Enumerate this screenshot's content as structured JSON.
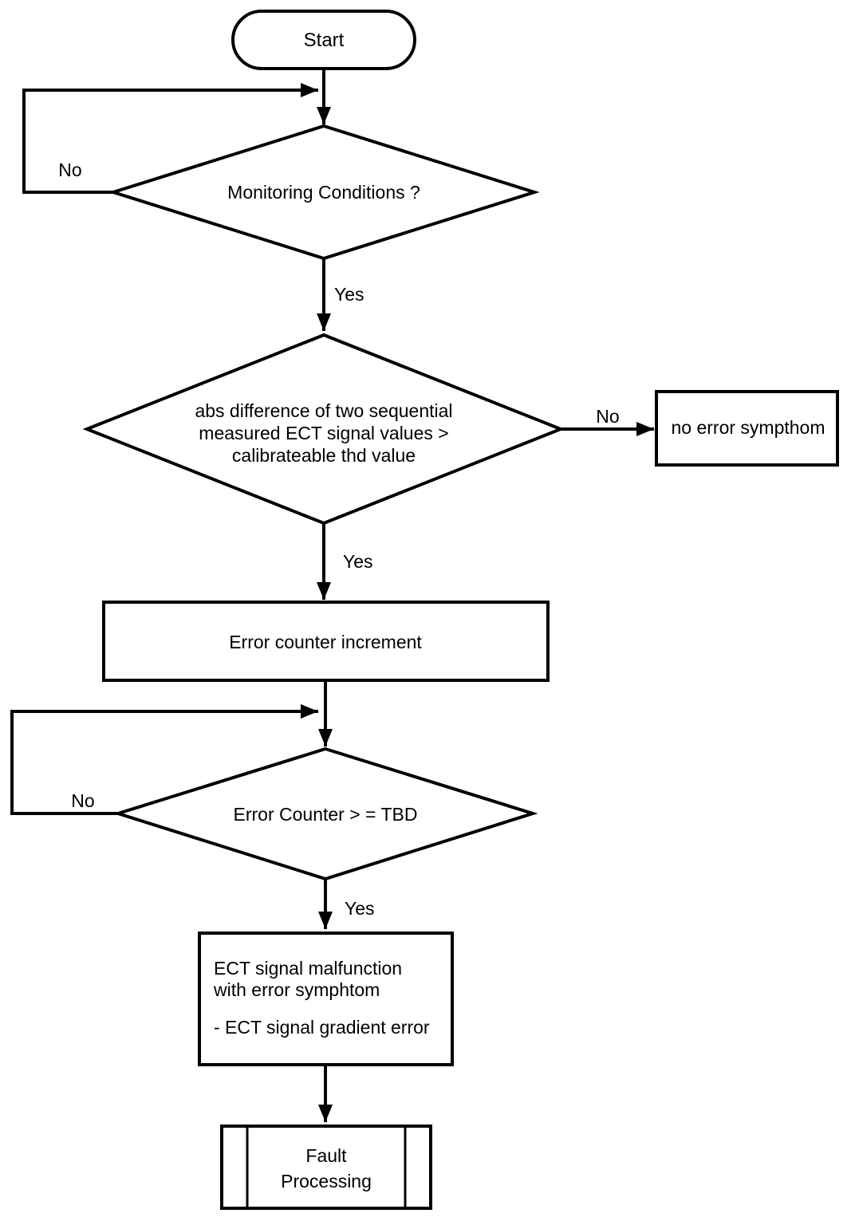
{
  "canvas": {
    "background_color": "#ffffff",
    "line_color": "#000000",
    "text_color": "#000000"
  },
  "nodes": {
    "start": {
      "label": "Start"
    },
    "monitoring_decision": {
      "label": "Monitoring Conditions ?"
    },
    "gradient_decision": {
      "lines": [
        "abs difference of two sequential",
        "measured ECT signal values >",
        "calibrateable thd value"
      ]
    },
    "no_error_box": {
      "label": "no error sympthom"
    },
    "error_counter_box": {
      "label": "Error counter increment"
    },
    "counter_threshold_decision": {
      "label": "Error Counter > = TBD"
    },
    "malfunction_box": {
      "lines": [
        "ECT signal malfunction",
        "with error symphtom",
        "- ECT signal gradient error"
      ]
    },
    "fault_processing": {
      "lines": [
        "Fault",
        "Processing"
      ]
    }
  },
  "edge_labels": {
    "monitoring_no": "No",
    "monitoring_yes": "Yes",
    "gradient_no": "No",
    "gradient_yes": "Yes",
    "counter_no": "No",
    "counter_yes": "Yes"
  }
}
